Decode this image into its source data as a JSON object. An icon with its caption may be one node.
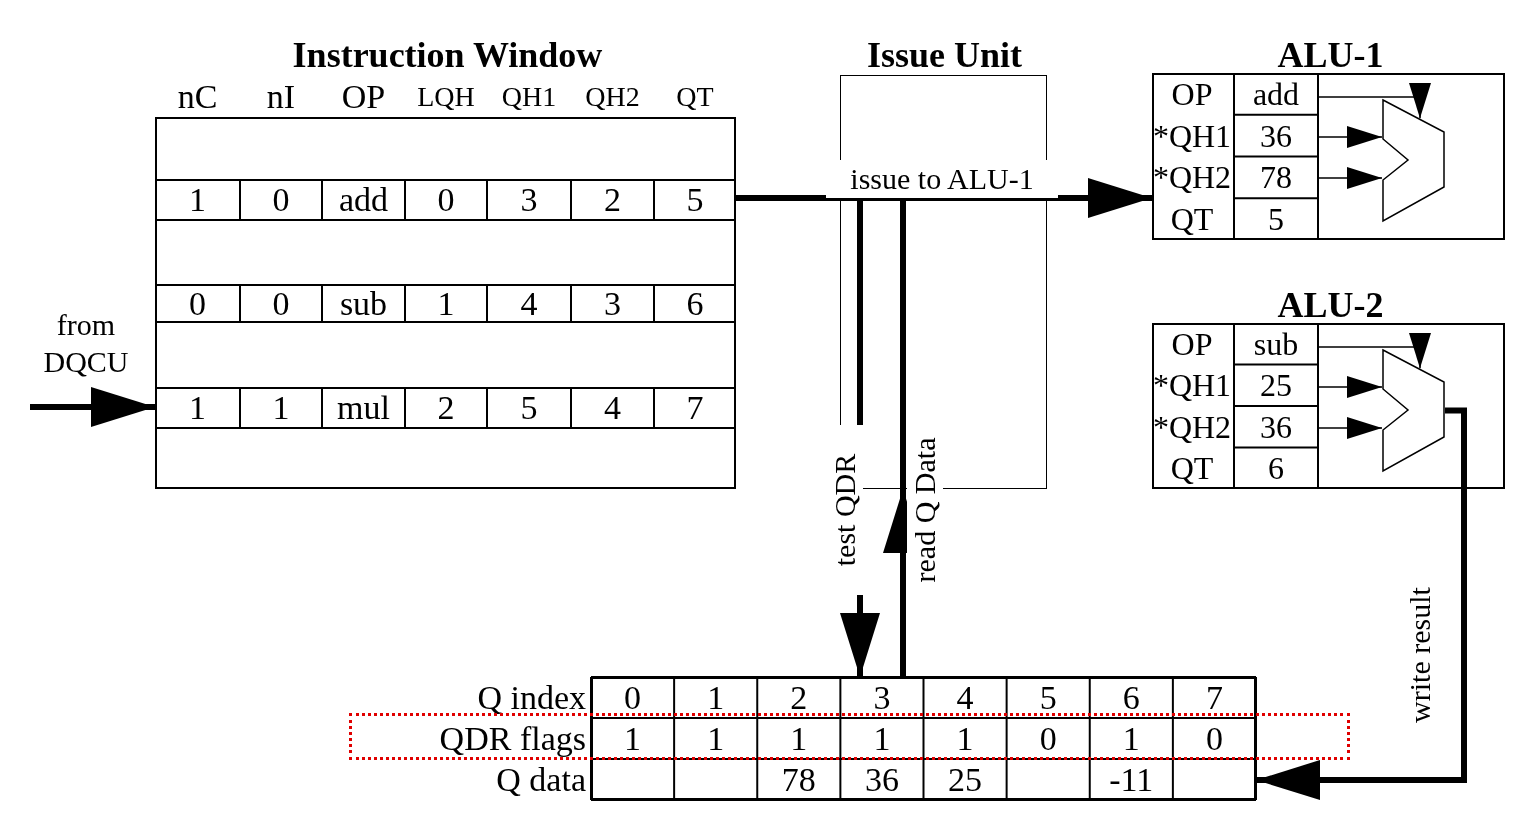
{
  "diagram": {
    "nodes": [
      {
        "text": [
          "Instruction Window"
        ]
      },
      {
        "text": [
          "Issue Unit"
        ]
      },
      {
        "text": [
          "ALU-1"
        ]
      },
      {
        "text": [],
        "shape": "trapezoid",
        "in": 2
      },
      {
        "text": [
          "ALU-2"
        ]
      },
      {
        "text": [],
        "shape": "trapezoid",
        "in": 4
      },
      {
        "text": [],
        "shape": "box"
      }
    ],
    "edges": [
      {
        "from": null,
        "to": 0,
        "arrow": "to",
        "label": "from DQCU",
        "style": "thick"
      },
      {
        "from": 0,
        "to": 1,
        "arrow": "none",
        "style": "thick"
      },
      {
        "from": 1,
        "to": 2,
        "arrow": "to",
        "label": "issue to ALU-1",
        "style": "thick"
      },
      {
        "from": 1,
        "to": 6,
        "arrow": "to",
        "label": "test QDR",
        "style": "thick"
      },
      {
        "from": 6,
        "to": 1,
        "arrow": "to",
        "label": "read Q Data",
        "style": "thick"
      },
      {
        "from": 5,
        "to": 6,
        "arrow": "to",
        "label": "write result",
        "style": "thick"
      },
      {
        "from": null,
        "to": 3,
        "arrow": "to"
      },
      {
        "from": null,
        "to": 3,
        "arrow": "to"
      },
      {
        "from": null,
        "to": 3,
        "arrow": "to"
      },
      {
        "from": null,
        "to": 5,
        "arrow": "to"
      },
      {
        "from": null,
        "to": 5,
        "arrow": "to"
      },
      {
        "from": null,
        "to": 5,
        "arrow": "to"
      }
    ],
    "labels": [
      "nC",
      "nI",
      "OP",
      "LQH",
      "QH1",
      "QH2",
      "QT",
      "1",
      "0",
      "add",
      "0",
      "3",
      "2",
      "5",
      "0",
      "0",
      "sub",
      "1",
      "4",
      "3",
      "6",
      "1",
      "1",
      "mul",
      "2",
      "5",
      "4",
      "7",
      "OP",
      "add",
      "*QH1",
      "36",
      "*QH2",
      "78",
      "QT",
      "5",
      "OP",
      "sub",
      "*QH1",
      "25",
      "*QH2",
      "36",
      "QT",
      "6",
      "Q index",
      "0",
      "1",
      "2",
      "3",
      "4",
      "5",
      "6",
      "7",
      "QDR flags",
      "1",
      "1",
      "1",
      "1",
      "1",
      "0",
      "1",
      "0",
      "Q data",
      "78",
      "36",
      "25",
      "-11"
    ]
  }
}
